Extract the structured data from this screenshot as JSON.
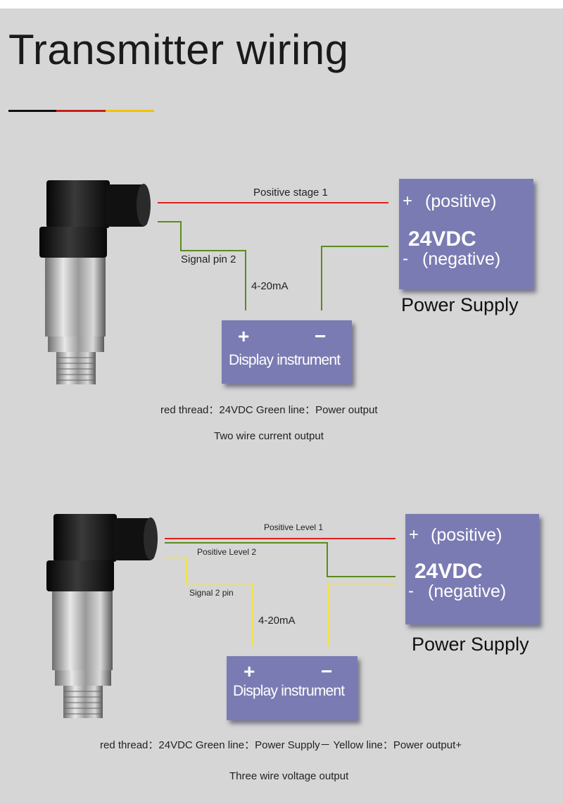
{
  "title": "Transmitter wiring",
  "accent_colors": {
    "black": "#111111",
    "red": "#c81e1e",
    "yellow": "#f0c400"
  },
  "wire_colors": {
    "red": "#e02020",
    "green": "#5c8a1e",
    "yellow": "#f2e24a"
  },
  "diagram1": {
    "wire_red_label": "Positive stage 1",
    "wire_signal_label": "Signal pin 2",
    "current_label": "4-20mA",
    "power_supply": {
      "plus": "+",
      "positive": "(positive)",
      "voltage": "24VDC",
      "minus": "-",
      "negative": "(negative)",
      "caption": "Power Supply"
    },
    "display": {
      "plus": "+",
      "minus": "−",
      "label": "Display instrument"
    },
    "legend": "red thread：24VDC  Green line：Power output",
    "caption": "Two wire current output"
  },
  "diagram2": {
    "wire_red_label": "Positive Level 1",
    "wire_green_label": "Positive Level 2",
    "wire_signal_label": "Signal 2 pin",
    "current_label": "4-20mA",
    "power_supply": {
      "plus": "+",
      "positive": "(positive)",
      "voltage": "24VDC",
      "minus": "-",
      "negative": "(negative)",
      "caption": "Power Supply"
    },
    "display": {
      "plus": "+",
      "minus": "−",
      "label": "Display instrument"
    },
    "legend": "red thread：24VDC  Green line：Power Supply－   Yellow line：Power output+",
    "caption": "Three wire voltage output"
  }
}
